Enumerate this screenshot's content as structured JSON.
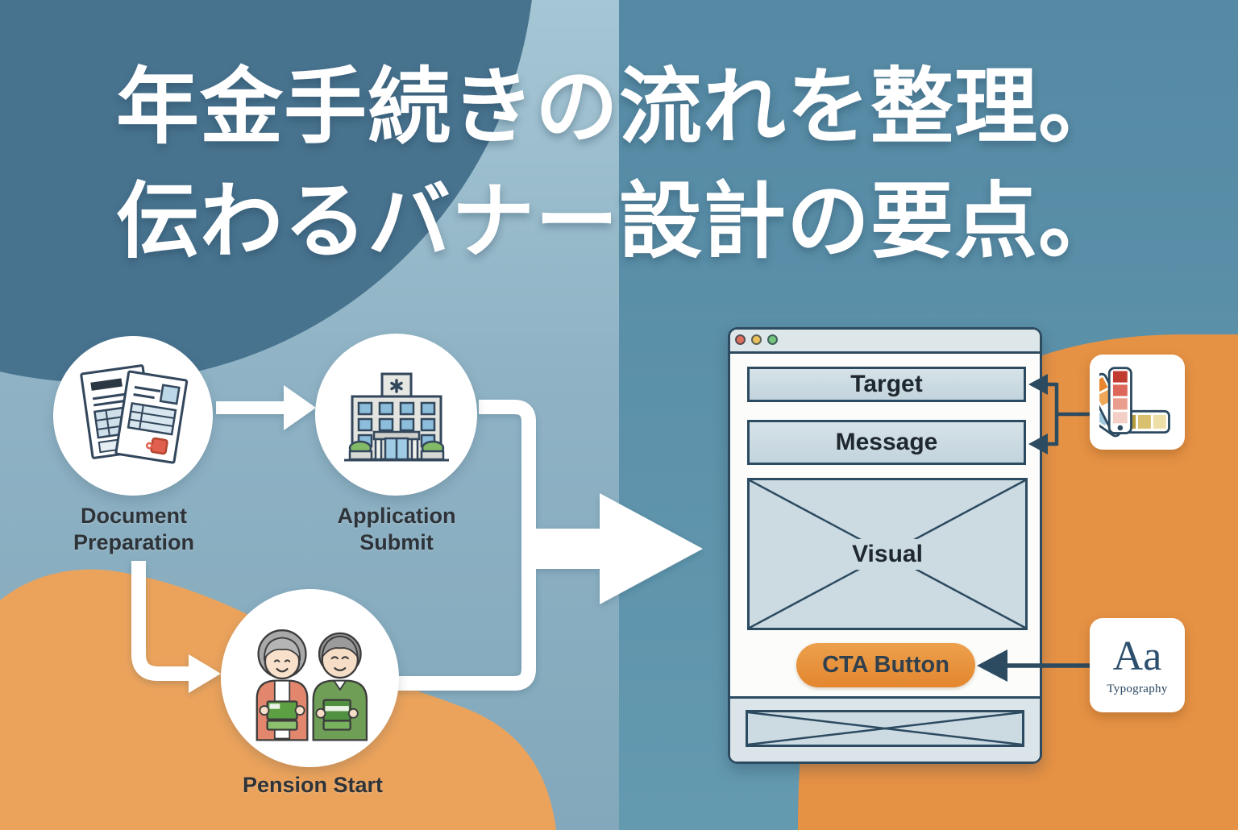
{
  "title": {
    "line1": "年金手続きの流れを整理。",
    "line2": "伝わるバナー設計の要点。"
  },
  "flow_steps": [
    {
      "icon": "documents-icon",
      "line1": "Document",
      "line2": "Preparation"
    },
    {
      "icon": "government-building-icon",
      "line1": "Application",
      "line2": "Submit"
    },
    {
      "icon": "elderly-couple-icon",
      "line1": "Pension Start",
      "line2": ""
    }
  ],
  "browser": {
    "window_controls": [
      {
        "name": "close",
        "color": "#e0705f"
      },
      {
        "name": "minimize",
        "color": "#ecc05b"
      },
      {
        "name": "zoom",
        "color": "#74c47c"
      }
    ],
    "target_label": "Target",
    "message_label": "Message",
    "visual_label": "Visual",
    "cta_label": "CTA Button"
  },
  "annotations": {
    "palette_icon": "color-palette-swatch-fan-icon",
    "typography_sample": "Aa",
    "typography_label": "Typography"
  },
  "colors": {
    "left_background": "#8fb3c5",
    "right_background": "#5a90aa",
    "dark_circle": "#48738f",
    "orange_blob_left": "#eba35c",
    "orange_blob_right": "#e69245",
    "navy_outline": "#2c4a60",
    "cta_orange": "#e8923d",
    "headline_text": "#ffffff",
    "step_label_text": "#2d3338"
  }
}
